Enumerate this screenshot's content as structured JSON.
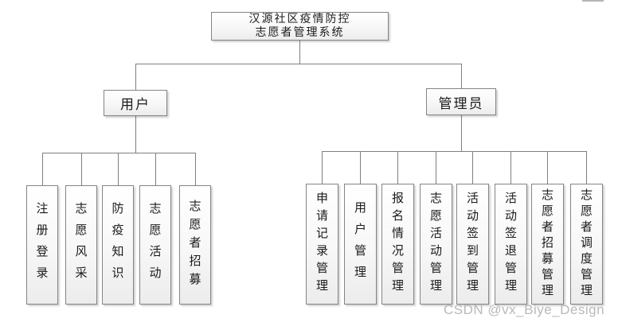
{
  "diagram": {
    "root": {
      "title_line1": "汉源社区疫情防控",
      "title_line2": "志愿者管理系统"
    },
    "branches": [
      {
        "label": "用户",
        "children": [
          {
            "label": "注册登录"
          },
          {
            "label": "志愿风采"
          },
          {
            "label": "防疫知识"
          },
          {
            "label": "志愿活动"
          },
          {
            "label": "志愿者招募"
          }
        ]
      },
      {
        "label": "管理员",
        "children": [
          {
            "label": "申请记录管理"
          },
          {
            "label": "用户管理"
          },
          {
            "label": "报名情况管理"
          },
          {
            "label": "志愿活动管理"
          },
          {
            "label": "活动签到管理"
          },
          {
            "label": "活动签退管理"
          },
          {
            "label": "志愿者招募管理"
          },
          {
            "label": "志愿者调度管理"
          }
        ]
      }
    ]
  },
  "watermark": "CSDN @vx_Biye_Design",
  "colors": {
    "line": "#7f7f7f",
    "node_border": "#848484",
    "node_fill_top": "#ffffff",
    "node_fill_bottom": "#ececec",
    "text": "#1a1a1a",
    "watermark": "#b9b9b9"
  }
}
